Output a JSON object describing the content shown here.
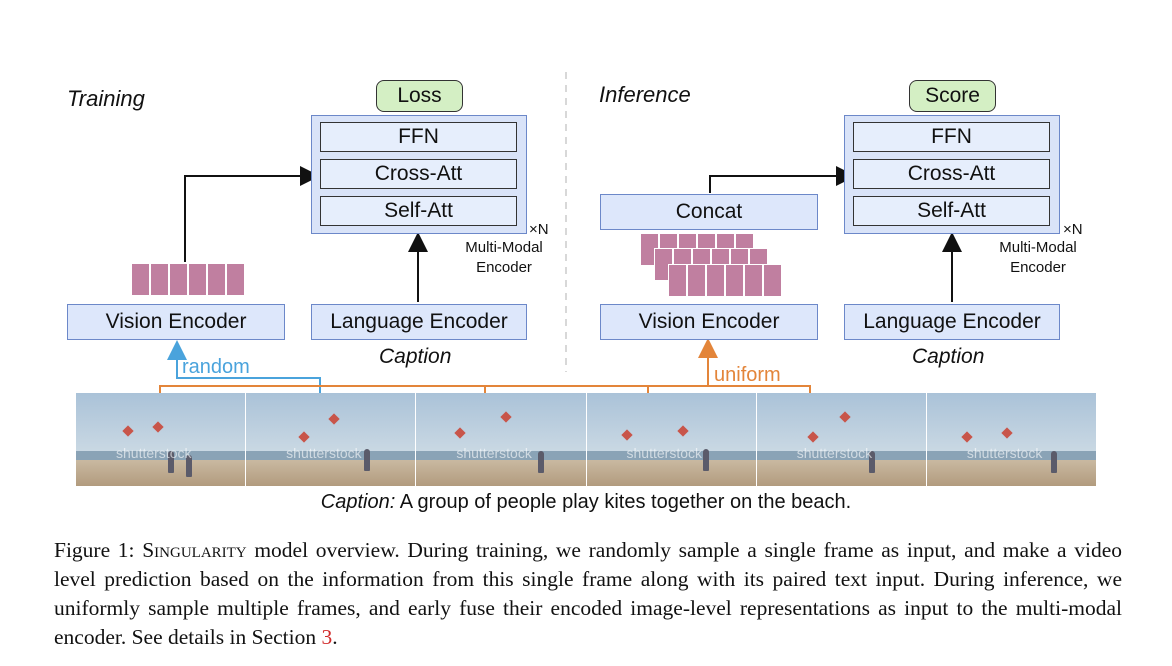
{
  "training": {
    "label": "Training",
    "output_label": "Loss",
    "layers": [
      "FFN",
      "Cross-Att",
      "Self-Att"
    ],
    "repeat_label": "×N",
    "mm_encoder_label": "Multi-Modal\nEncoder",
    "vision_encoder_label": "Vision Encoder",
    "language_encoder_label": "Language Encoder",
    "caption_label": "Caption",
    "sampling_label": "random"
  },
  "inference": {
    "label": "Inference",
    "output_label": "Score",
    "layers": [
      "FFN",
      "Cross-Att",
      "Self-Att"
    ],
    "repeat_label": "×N",
    "mm_encoder_label": "Multi-Modal\nEncoder",
    "concat_label": "Concat",
    "vision_encoder_label": "Vision Encoder",
    "language_encoder_label": "Language Encoder",
    "caption_label": "Caption",
    "sampling_label": "uniform"
  },
  "image_caption": {
    "prefix": "Caption:",
    "text": " A group of people play kites together on the beach."
  },
  "watermark": "shutterstock",
  "figure_caption": {
    "prefix": "Figure 1: ",
    "model_name": "Singularity",
    "body": " model overview. During training, we randomly sample a single frame as input, and make a video level prediction based on the information from this single frame along with its paired text input. During inference, we uniformly sample multiple frames, and early fuse their encoded image-level representations as input to the multi-modal encoder. See details in Section ",
    "section_ref": "3",
    "suffix": "."
  },
  "colors": {
    "encoder_fill": "#dde7fb",
    "encoder_border": "#6c88c9",
    "output_fill": "#d4efc4",
    "token_fill": "#c07fa0",
    "random_arrow": "#4aa3dc",
    "uniform_arrow": "#e3853a",
    "section_ref": "#d12b2b"
  }
}
